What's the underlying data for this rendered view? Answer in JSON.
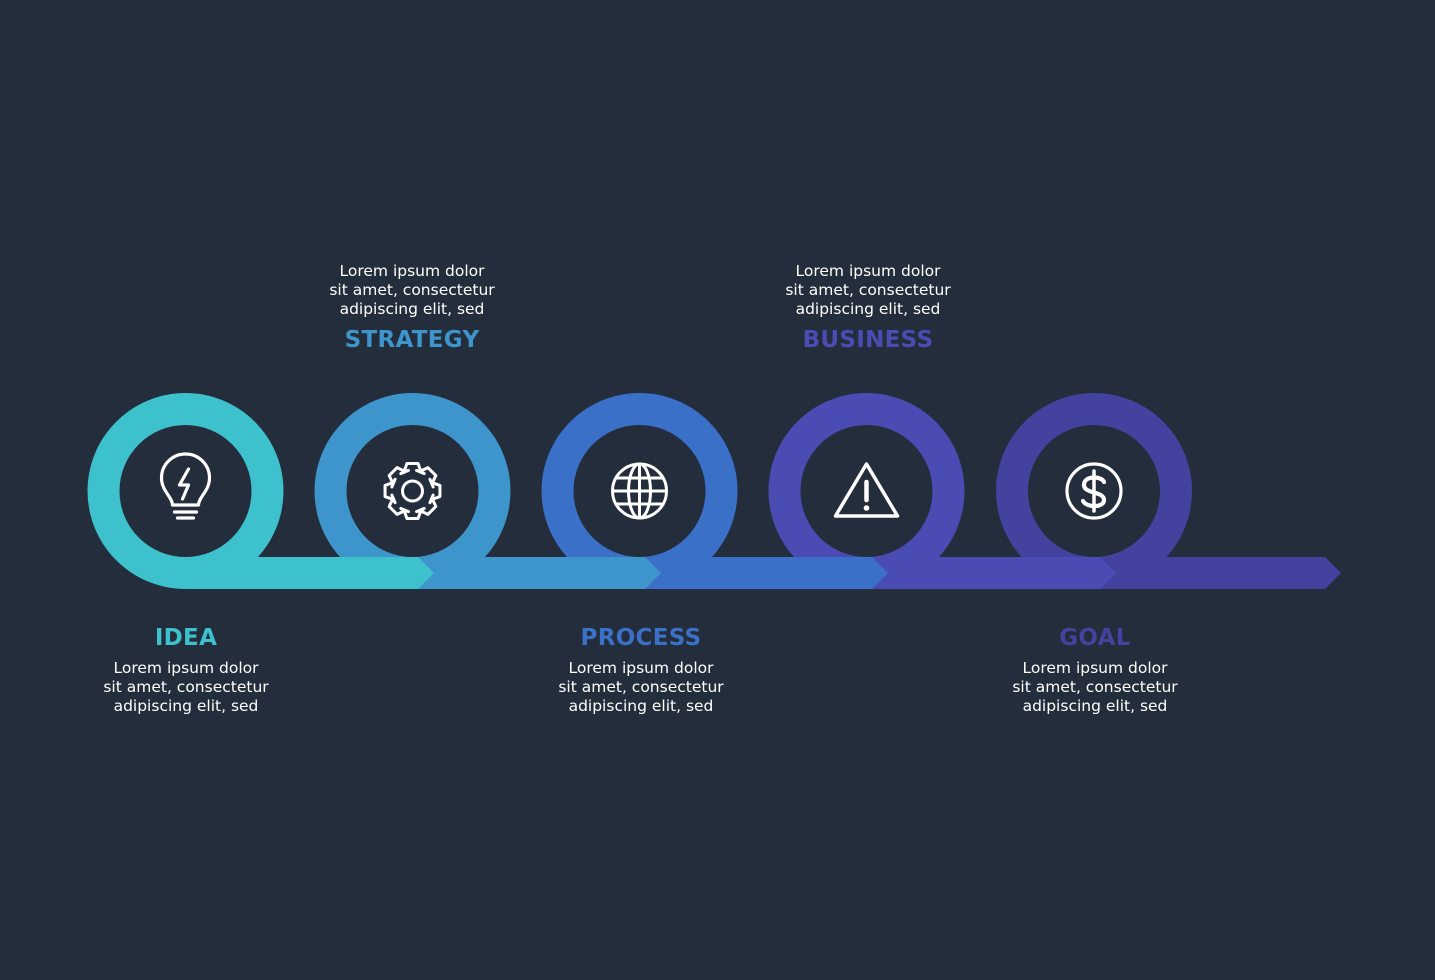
{
  "background_color": "#242d3b",
  "text_color": "#ffffff",
  "steps": [
    {
      "title": "IDEA",
      "color": "#3dc1cd",
      "icon": "lightbulb-icon",
      "desc": [
        "Lorem ipsum dolor",
        "sit amet, consectetur",
        "adipiscing elit, sed"
      ]
    },
    {
      "title": "STRATEGY",
      "color": "#3d95cc",
      "icon": "gear-icon",
      "desc": [
        "Lorem ipsum dolor",
        "sit amet, consectetur",
        "adipiscing elit, sed"
      ]
    },
    {
      "title": "PROCESS",
      "color": "#3a70c7",
      "icon": "globe-icon",
      "desc": [
        "Lorem ipsum dolor",
        "sit amet, consectetur",
        "adipiscing elit, sed"
      ]
    },
    {
      "title": "BUSINESS",
      "color": "#4a4bb3",
      "icon": "warning-icon",
      "desc": [
        "Lorem ipsum dolor",
        "sit amet, consectetur",
        "adipiscing elit, sed"
      ]
    },
    {
      "title": "GOAL",
      "color": "#43429e",
      "icon": "dollar-icon",
      "desc": [
        "Lorem ipsum dolor",
        "sit amet, consectetur",
        "adipiscing elit, sed"
      ]
    }
  ]
}
